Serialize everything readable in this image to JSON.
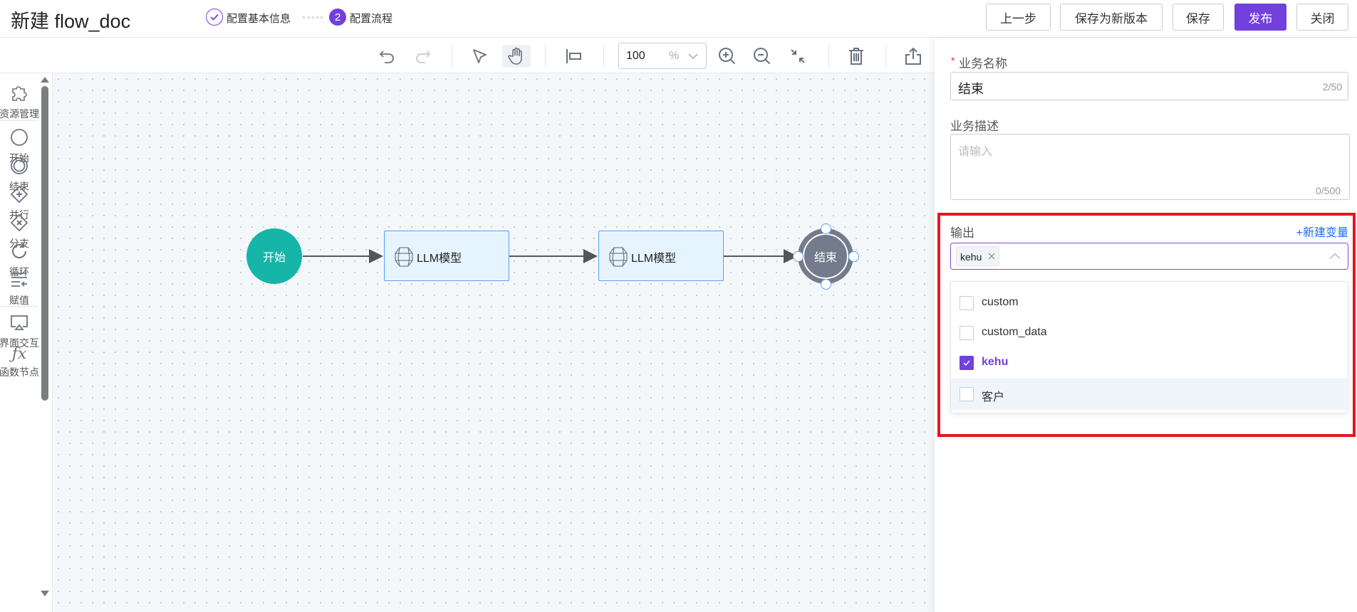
{
  "header": {
    "title": "新建 flow_doc",
    "steps": [
      {
        "label": "配置基本信息",
        "state": "done"
      },
      {
        "index": "2",
        "label": "配置流程",
        "state": "active"
      }
    ],
    "buttons": {
      "prev": "上一步",
      "save_new": "保存为新版本",
      "save": "保存",
      "publish": "发布",
      "close": "关闭"
    }
  },
  "toolbar": {
    "zoom_value": "100",
    "zoom_unit": "%"
  },
  "sidebar": {
    "items": [
      {
        "label": "资源管理",
        "icon": "puzzle-icon"
      },
      {
        "label": "开始",
        "icon": "circle-icon"
      },
      {
        "label": "结束",
        "icon": "double-circle-icon"
      },
      {
        "label": "并行",
        "icon": "parallel-gateway-icon"
      },
      {
        "label": "分支",
        "icon": "exclusive-gateway-icon"
      },
      {
        "label": "循环",
        "icon": "loop-icon"
      },
      {
        "label": "赋值",
        "icon": "assign-icon"
      },
      {
        "label": "界面交互",
        "icon": "monitor-icon"
      },
      {
        "label": "函数节点",
        "icon": "function-icon"
      }
    ]
  },
  "flow": {
    "nodes": [
      {
        "type": "start",
        "label": "开始"
      },
      {
        "type": "llm",
        "label": "LLM模型"
      },
      {
        "type": "llm",
        "label": "LLM模型"
      },
      {
        "type": "end",
        "label": "结束"
      }
    ]
  },
  "panel": {
    "name_label": "业务名称",
    "name_required": "*",
    "name_value": "结束",
    "name_count": "2/50",
    "desc_label": "业务描述",
    "desc_placeholder": "请输入",
    "desc_count": "0/500",
    "output_label": "输出",
    "new_var": "+新建变量",
    "selected_tags": [
      "kehu"
    ],
    "options": [
      {
        "label": "custom",
        "checked": false
      },
      {
        "label": "custom_data",
        "checked": false
      },
      {
        "label": "kehu",
        "checked": true
      },
      {
        "label": "客户",
        "checked": false,
        "hover": true
      }
    ]
  },
  "colors": {
    "accent": "#7140dd",
    "start": "#16b5a8",
    "end": "#737b8c",
    "link": "#1a6cff",
    "highlight": "#e8141e"
  }
}
